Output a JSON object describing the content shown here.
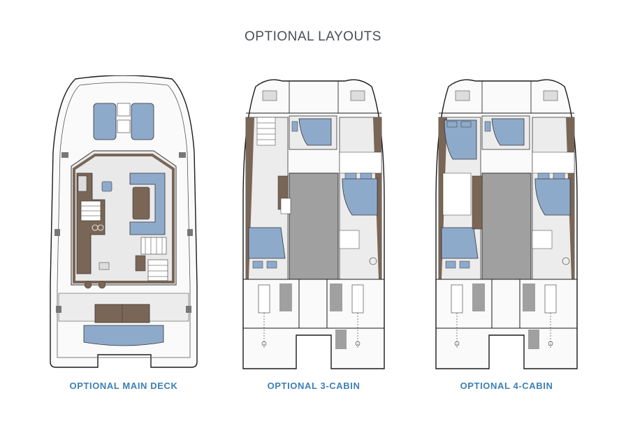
{
  "title": "OPTIONAL LAYOUTS",
  "plans": [
    {
      "caption": "OPTIONAL MAIN DECK"
    },
    {
      "caption": "OPTIONAL 3-CABIN"
    },
    {
      "caption": "OPTIONAL 4-CABIN"
    }
  ],
  "colors": {
    "title": "#4a4f55",
    "caption": "#3d7fb6",
    "cushion": "#8eaacb",
    "wood": "#7a6656",
    "salon_floor": "#a0a0a0",
    "outline": "#1a1a1a"
  }
}
